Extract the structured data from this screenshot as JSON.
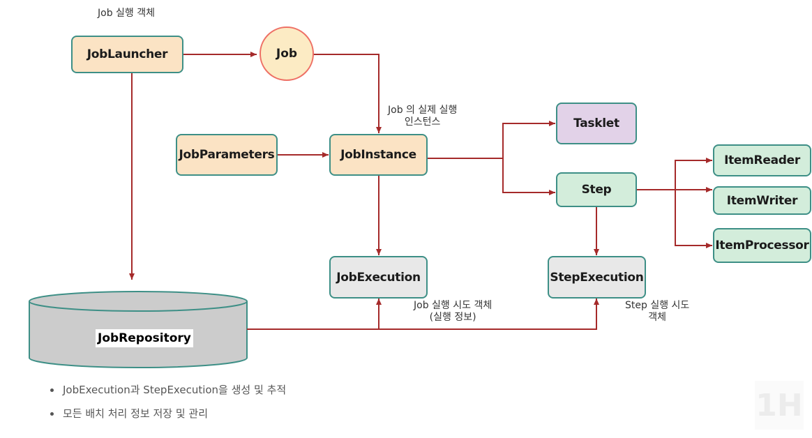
{
  "nodes": {
    "job_launcher": "JobLauncher",
    "job": "Job",
    "job_parameters": "JobParameters",
    "job_instance": "JobInstance",
    "tasklet": "Tasklet",
    "step": "Step",
    "item_reader": "ItemReader",
    "item_writer": "ItemWriter",
    "item_processor": "ItemProcessor",
    "job_execution": "JobExecution",
    "step_execution": "StepExecution",
    "job_repository": "JobRepository"
  },
  "notes": {
    "job_launcher_desc": "Job 실행 객체",
    "job_instance_desc_1": "Job 의 실제 실행",
    "job_instance_desc_2": "인스턴스",
    "job_execution_desc_1": "Job 실행 시도 객체",
    "job_execution_desc_2": "(실행 정보)",
    "step_execution_desc_1": "Step 실행 시도",
    "step_execution_desc_2": "객체"
  },
  "bullets": [
    "JobExecution과 StepExecution을 생성 및 추적",
    "모든 배치 처리 정보 저장 및 관리"
  ],
  "watermark": "1H",
  "colors": {
    "arrow": "#a52a2a",
    "border": "#3d8f86",
    "beige": "#fbe3c4",
    "green": "#d3eddb",
    "purple": "#e2d2e8",
    "grey": "#e8e8e8",
    "circle_border": "#ee7065"
  }
}
